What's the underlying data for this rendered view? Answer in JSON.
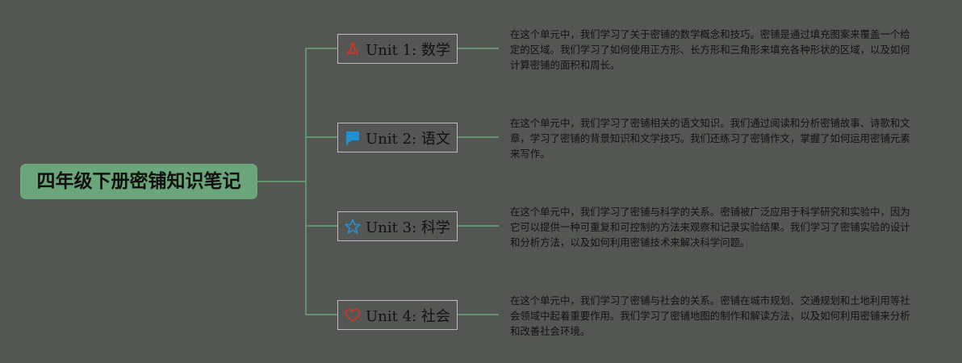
{
  "root": {
    "label": "四年级下册密铺知识笔记"
  },
  "colors": {
    "background": "#545653",
    "root_fill": "#6aa67a",
    "connector": "#6aa67a",
    "branch_border": "#bcbcbc",
    "text": "#121212"
  },
  "units": [
    {
      "label": "Unit 1: 数学",
      "icon": "compass-icon",
      "icon_color": "#c0392b",
      "description": "在这个单元中，我们学习了关于密铺的数学概念和技巧。密铺是通过填充图案来覆盖一个给定的区域。我们学习了如何使用正方形、长方形和三角形来填充各种形状的区域，以及如何计算密铺的面积和周长。"
    },
    {
      "label": "Unit 2: 语文",
      "icon": "flag-icon",
      "icon_color": "#1e90d6",
      "description": "在这个单元中，我们学习了密铺相关的语文知识。我们通过阅读和分析密铺故事、诗歌和文章，学习了密铺的背景知识和文学技巧。我们还练习了密铺作文，掌握了如何运用密铺元素来写作。"
    },
    {
      "label": "Unit 3: 科学",
      "icon": "star-icon",
      "icon_color": "#1e90d6",
      "description": "在这个单元中，我们学习了密铺与科学的关系。密铺被广泛应用于科学研究和实验中，因为它可以提供一种可重复和可控制的方法来观察和记录实验结果。我们学习了密铺实验的设计和分析方法，以及如何利用密铺技术来解决科学问题。"
    },
    {
      "label": "Unit 4: 社会",
      "icon": "heart-icon",
      "icon_color": "#c0392b",
      "description": "在这个单元中，我们学习了密铺与社会的关系。密铺在城市规划、交通规划和土地利用等社会领域中起着重要作用。我们学习了密铺地图的制作和解读方法，以及如何利用密铺来分析和改善社会环境。"
    }
  ]
}
